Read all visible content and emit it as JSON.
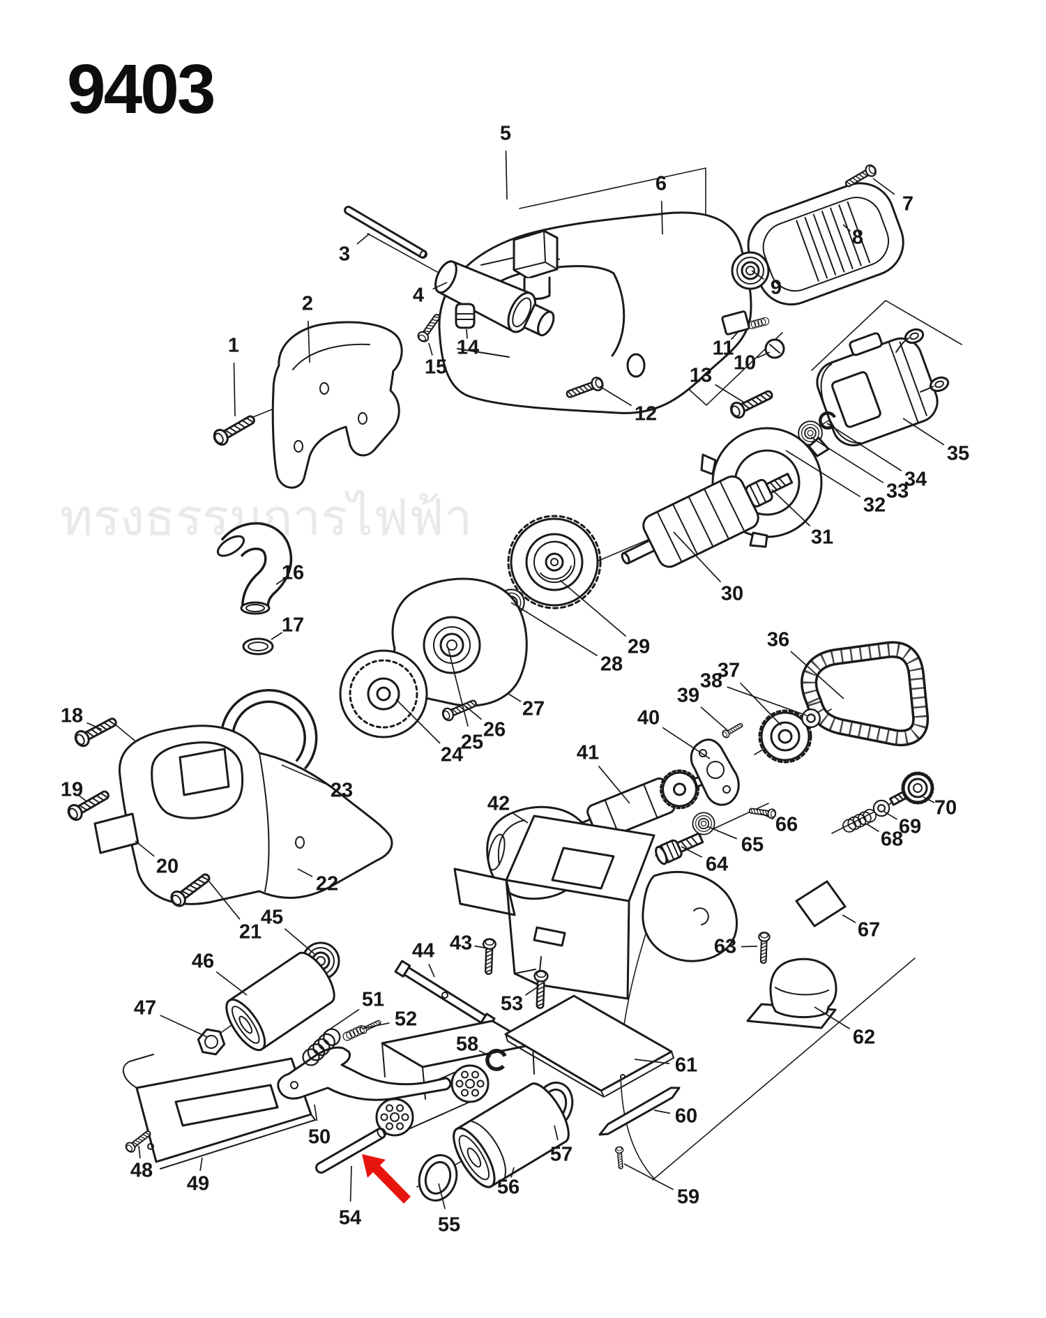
{
  "title": "9403",
  "watermark": "ทรงธรรมการไฟฟ้า",
  "diagram": {
    "type": "exploded-parts-diagram",
    "line_color": "#1a1a1a",
    "background": "#ffffff",
    "part_count": 70
  },
  "annotation": {
    "arrow_color": "#e8150f",
    "arrow_points_to_part": "54"
  },
  "parts": [
    {
      "n": "1",
      "label": [
        335,
        496
      ],
      "target": [
        337,
        597
      ]
    },
    {
      "n": "2",
      "label": [
        441,
        436
      ],
      "target": [
        444,
        520
      ]
    },
    {
      "n": "3",
      "label": [
        494,
        365
      ],
      "target": [
        530,
        335
      ]
    },
    {
      "n": "4",
      "label": [
        600,
        424
      ],
      "target": [
        641,
        405
      ]
    },
    {
      "n": "5",
      "label": [
        725,
        192
      ],
      "target": [
        727,
        286
      ]
    },
    {
      "n": "6",
      "label": [
        948,
        264
      ],
      "target": [
        950,
        336
      ]
    },
    {
      "n": "7",
      "label": [
        1302,
        293
      ],
      "target": [
        1252,
        256
      ]
    },
    {
      "n": "8",
      "label": [
        1230,
        341
      ],
      "target": [
        1209,
        322
      ]
    },
    {
      "n": "9",
      "label": [
        1113,
        413
      ],
      "target": [
        1078,
        388
      ]
    },
    {
      "n": "10",
      "label": [
        1068,
        521
      ],
      "target": [
        1104,
        505
      ]
    },
    {
      "n": "11",
      "label": [
        1037,
        500
      ],
      "target": [
        1060,
        474
      ]
    },
    {
      "n": "12",
      "label": [
        926,
        594
      ],
      "target": [
        860,
        554
      ]
    },
    {
      "n": "13",
      "label": [
        1005,
        539
      ],
      "target": [
        1067,
        577
      ]
    },
    {
      "n": "14",
      "label": [
        671,
        499
      ],
      "target": [
        669,
        472
      ]
    },
    {
      "n": "15",
      "label": [
        625,
        527
      ],
      "target": [
        615,
        492
      ]
    },
    {
      "n": "16",
      "label": [
        420,
        822
      ],
      "target": [
        396,
        838
      ]
    },
    {
      "n": "17",
      "label": [
        420,
        897
      ],
      "target": [
        389,
        917
      ]
    },
    {
      "n": "18",
      "label": [
        103,
        1027
      ],
      "target": [
        146,
        1046
      ]
    },
    {
      "n": "19",
      "label": [
        103,
        1133
      ],
      "target": [
        124,
        1149
      ]
    },
    {
      "n": "20",
      "label": [
        240,
        1243
      ],
      "target": [
        194,
        1206
      ]
    },
    {
      "n": "21",
      "label": [
        359,
        1337
      ],
      "target": [
        300,
        1264
      ]
    },
    {
      "n": "22",
      "label": [
        469,
        1268
      ],
      "target": [
        427,
        1246
      ]
    },
    {
      "n": "23",
      "label": [
        490,
        1134
      ],
      "target": [
        404,
        1097
      ]
    },
    {
      "n": "24",
      "label": [
        648,
        1083
      ],
      "target": [
        568,
        1003
      ]
    },
    {
      "n": "25",
      "label": [
        677,
        1065
      ],
      "target": [
        642,
        927
      ]
    },
    {
      "n": "26",
      "label": [
        709,
        1047
      ],
      "target": [
        668,
        1013
      ]
    },
    {
      "n": "27",
      "label": [
        765,
        1017
      ],
      "target": [
        729,
        995
      ]
    },
    {
      "n": "28",
      "label": [
        877,
        953
      ],
      "target": [
        733,
        864
      ]
    },
    {
      "n": "29",
      "label": [
        916,
        928
      ],
      "target": [
        803,
        832
      ]
    },
    {
      "n": "30",
      "label": [
        1050,
        852
      ],
      "target": [
        966,
        763
      ]
    },
    {
      "n": "31",
      "label": [
        1179,
        771
      ],
      "target": [
        1107,
        702
      ]
    },
    {
      "n": "32",
      "label": [
        1254,
        725
      ],
      "target": [
        1127,
        646
      ]
    },
    {
      "n": "33",
      "label": [
        1287,
        705
      ],
      "target": [
        1163,
        627
      ]
    },
    {
      "n": "34",
      "label": [
        1313,
        688
      ],
      "target": [
        1186,
        607
      ]
    },
    {
      "n": "35",
      "label": [
        1374,
        651
      ],
      "target": [
        1295,
        600
      ]
    },
    {
      "n": "36",
      "label": [
        1116,
        918
      ],
      "target": [
        1210,
        1002
      ]
    },
    {
      "n": "37",
      "label": [
        1045,
        962
      ],
      "target": [
        1120,
        1040
      ]
    },
    {
      "n": "38",
      "label": [
        1020,
        977
      ],
      "target": [
        1157,
        1026
      ]
    },
    {
      "n": "39",
      "label": [
        987,
        998
      ],
      "target": [
        1044,
        1048
      ]
    },
    {
      "n": "40",
      "label": [
        930,
        1030
      ],
      "target": [
        1018,
        1088
      ]
    },
    {
      "n": "41",
      "label": [
        843,
        1080
      ],
      "target": [
        903,
        1152
      ]
    },
    {
      "n": "42",
      "label": [
        715,
        1153
      ],
      "target": [
        757,
        1180
      ]
    },
    {
      "n": "43",
      "label": [
        661,
        1353
      ],
      "target": [
        700,
        1360
      ]
    },
    {
      "n": "44",
      "label": [
        607,
        1364
      ],
      "target": [
        623,
        1401
      ]
    },
    {
      "n": "45",
      "label": [
        390,
        1316
      ],
      "target": [
        451,
        1368
      ]
    },
    {
      "n": "46",
      "label": [
        291,
        1379
      ],
      "target": [
        354,
        1427
      ]
    },
    {
      "n": "47",
      "label": [
        208,
        1446
      ],
      "target": [
        297,
        1487
      ]
    },
    {
      "n": "48",
      "label": [
        203,
        1679
      ],
      "target": [
        199,
        1643
      ]
    },
    {
      "n": "49",
      "label": [
        284,
        1698
      ],
      "target": [
        290,
        1660
      ]
    },
    {
      "n": "50",
      "label": [
        458,
        1631
      ],
      "target": [
        451,
        1584
      ]
    },
    {
      "n": "51",
      "label": [
        535,
        1434
      ],
      "target": [
        464,
        1482
      ]
    },
    {
      "n": "52",
      "label": [
        582,
        1462
      ],
      "target": [
        519,
        1475
      ]
    },
    {
      "n": "53",
      "label": [
        734,
        1440
      ],
      "target": [
        773,
        1414
      ]
    },
    {
      "n": "54",
      "label": [
        502,
        1747
      ],
      "target": [
        504,
        1672
      ]
    },
    {
      "n": "55",
      "label": [
        644,
        1757
      ],
      "target": [
        629,
        1697
      ]
    },
    {
      "n": "56",
      "label": [
        729,
        1703
      ],
      "target": [
        737,
        1674
      ]
    },
    {
      "n": "57",
      "label": [
        805,
        1656
      ],
      "target": [
        795,
        1614
      ]
    },
    {
      "n": "58",
      "label": [
        670,
        1498
      ],
      "target": [
        704,
        1515
      ]
    },
    {
      "n": "59",
      "label": [
        987,
        1717
      ],
      "target": [
        895,
        1669
      ]
    },
    {
      "n": "60",
      "label": [
        984,
        1601
      ],
      "target": [
        938,
        1592
      ]
    },
    {
      "n": "61",
      "label": [
        984,
        1528
      ],
      "target": [
        910,
        1519
      ]
    },
    {
      "n": "62",
      "label": [
        1239,
        1488
      ],
      "target": [
        1168,
        1444
      ]
    },
    {
      "n": "63",
      "label": [
        1040,
        1358
      ],
      "target": [
        1086,
        1357
      ]
    },
    {
      "n": "64",
      "label": [
        1028,
        1240
      ],
      "target": [
        977,
        1214
      ]
    },
    {
      "n": "65",
      "label": [
        1079,
        1212
      ],
      "target": [
        1014,
        1185
      ]
    },
    {
      "n": "66",
      "label": [
        1128,
        1183
      ],
      "target": [
        1090,
        1166
      ]
    },
    {
      "n": "67",
      "label": [
        1246,
        1334
      ],
      "target": [
        1208,
        1312
      ]
    },
    {
      "n": "68",
      "label": [
        1279,
        1204
      ],
      "target": [
        1242,
        1181
      ]
    },
    {
      "n": "69",
      "label": [
        1305,
        1186
      ],
      "target": [
        1268,
        1164
      ]
    },
    {
      "n": "70",
      "label": [
        1356,
        1159
      ],
      "target": [
        1324,
        1143
      ]
    }
  ]
}
